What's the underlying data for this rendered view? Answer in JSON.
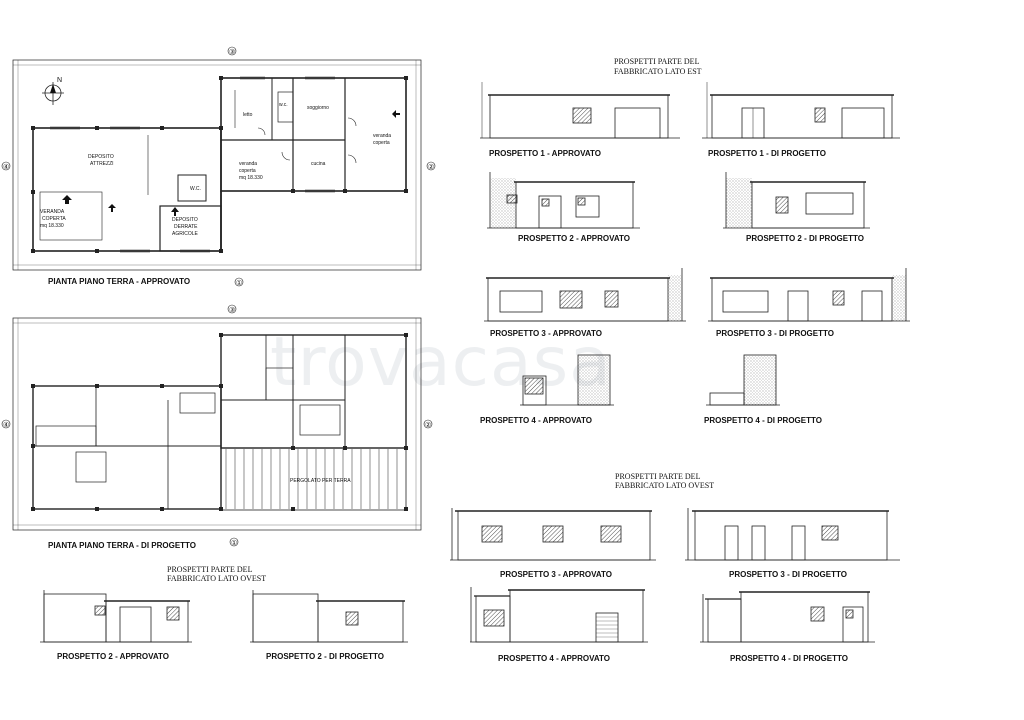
{
  "watermark": "trovacasa",
  "plans": {
    "approved": {
      "title": "PIANTA PIANO TERRA - APPROVATO",
      "compass": "N",
      "axis_top": "③",
      "axis_bottom": "①",
      "axis_left": "④",
      "axis_right": "②",
      "rooms": {
        "deposito_attrezzi_1": "DEPOSITO",
        "deposito_attrezzi_2": "ATTREZZI",
        "veranda_left_1": "VERANDA",
        "veranda_left_2": "COPERTA",
        "veranda_left_3": "mq 18.330",
        "wc_left": "W.C.",
        "deposito_derrate_1": "DEPOSITO",
        "deposito_derrate_2": "DERRATE",
        "deposito_derrate_3": "AGRICOLE",
        "letto": "letto",
        "wc_right": "w.c.",
        "soggiorno": "soggiorno",
        "veranda_right_1": "veranda",
        "veranda_right_2": "coperta",
        "veranda_mid_1": "veranda",
        "veranda_mid_2": "coperta",
        "veranda_mid_3": "mq 18.330",
        "cucina": "cucina"
      }
    },
    "project": {
      "title": "PIANTA PIANO TERRA - DI PROGETTO",
      "axis_top": "③",
      "axis_bottom": "①",
      "axis_left": "④",
      "axis_right": "②",
      "pergolato": "PERGOLATO PER TERRA"
    }
  },
  "sections": {
    "est_title_1": "PROSPETTI PARTE DEL",
    "est_title_2": "FABBRICATO LATO EST",
    "ovest_right_title_1": "PROSPETTI PARTE DEL",
    "ovest_right_title_2": "FABBRICATO LATO OVEST",
    "ovest_left_title_1": "PROSPETTI PARTE DEL",
    "ovest_left_title_2": "FABBRICATO LATO OVEST"
  },
  "elevations": {
    "est_1_app": "PROSPETTO 1 - APPROVATO",
    "est_1_prog": "PROSPETTO 1 - DI PROGETTO",
    "est_2_app": "PROSPETTO 2  - APPROVATO",
    "est_2_prog": "PROSPETTO 2 - DI PROGETTO",
    "est_3_app": "PROSPETTO 3 - APPROVATO",
    "est_3_prog": "PROSPETTO 3 - DI PROGETTO",
    "est_4_app": "PROSPETTO 4 - APPROVATO",
    "est_4_prog": "PROSPETTO 4 - DI PROGETTO",
    "ovest_3_app": "PROSPETTO 3 - APPROVATO",
    "ovest_3_prog": "PROSPETTO 3 - DI PROGETTO",
    "ovest_4_app": "PROSPETTO 4 - APPROVATO",
    "ovest_4_prog": "PROSPETTO 4 - DI PROGETTO",
    "ovest_2_app": "PROSPETTO 2 - APPROVATO",
    "ovest_2_prog": "PROSPETTO 2 - DI PROGETTO"
  }
}
